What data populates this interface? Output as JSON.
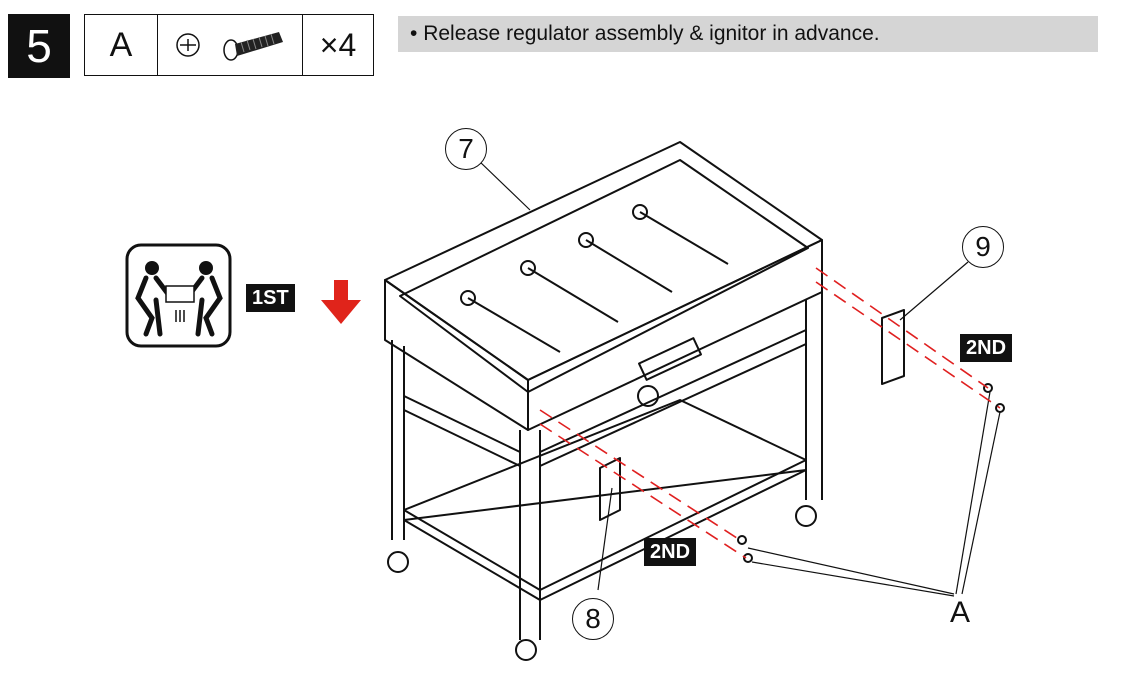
{
  "step": {
    "number": "5"
  },
  "parts": {
    "letter": "A",
    "quantity": "×4",
    "icons": [
      "phillips-screwdriver-icon",
      "screw-icon"
    ]
  },
  "instruction": "Release regulator assembly & ignitor in advance.",
  "tags": {
    "first": "1ST",
    "second_right": "2ND",
    "second_bottom": "2ND"
  },
  "callouts": {
    "lid": "7",
    "right_bracket": "9",
    "left_bracket": "8"
  },
  "screw_label": "A",
  "colors": {
    "dashed_line": "#e02020",
    "arrow": "#e0241b",
    "note_bg": "#d5d5d5"
  }
}
